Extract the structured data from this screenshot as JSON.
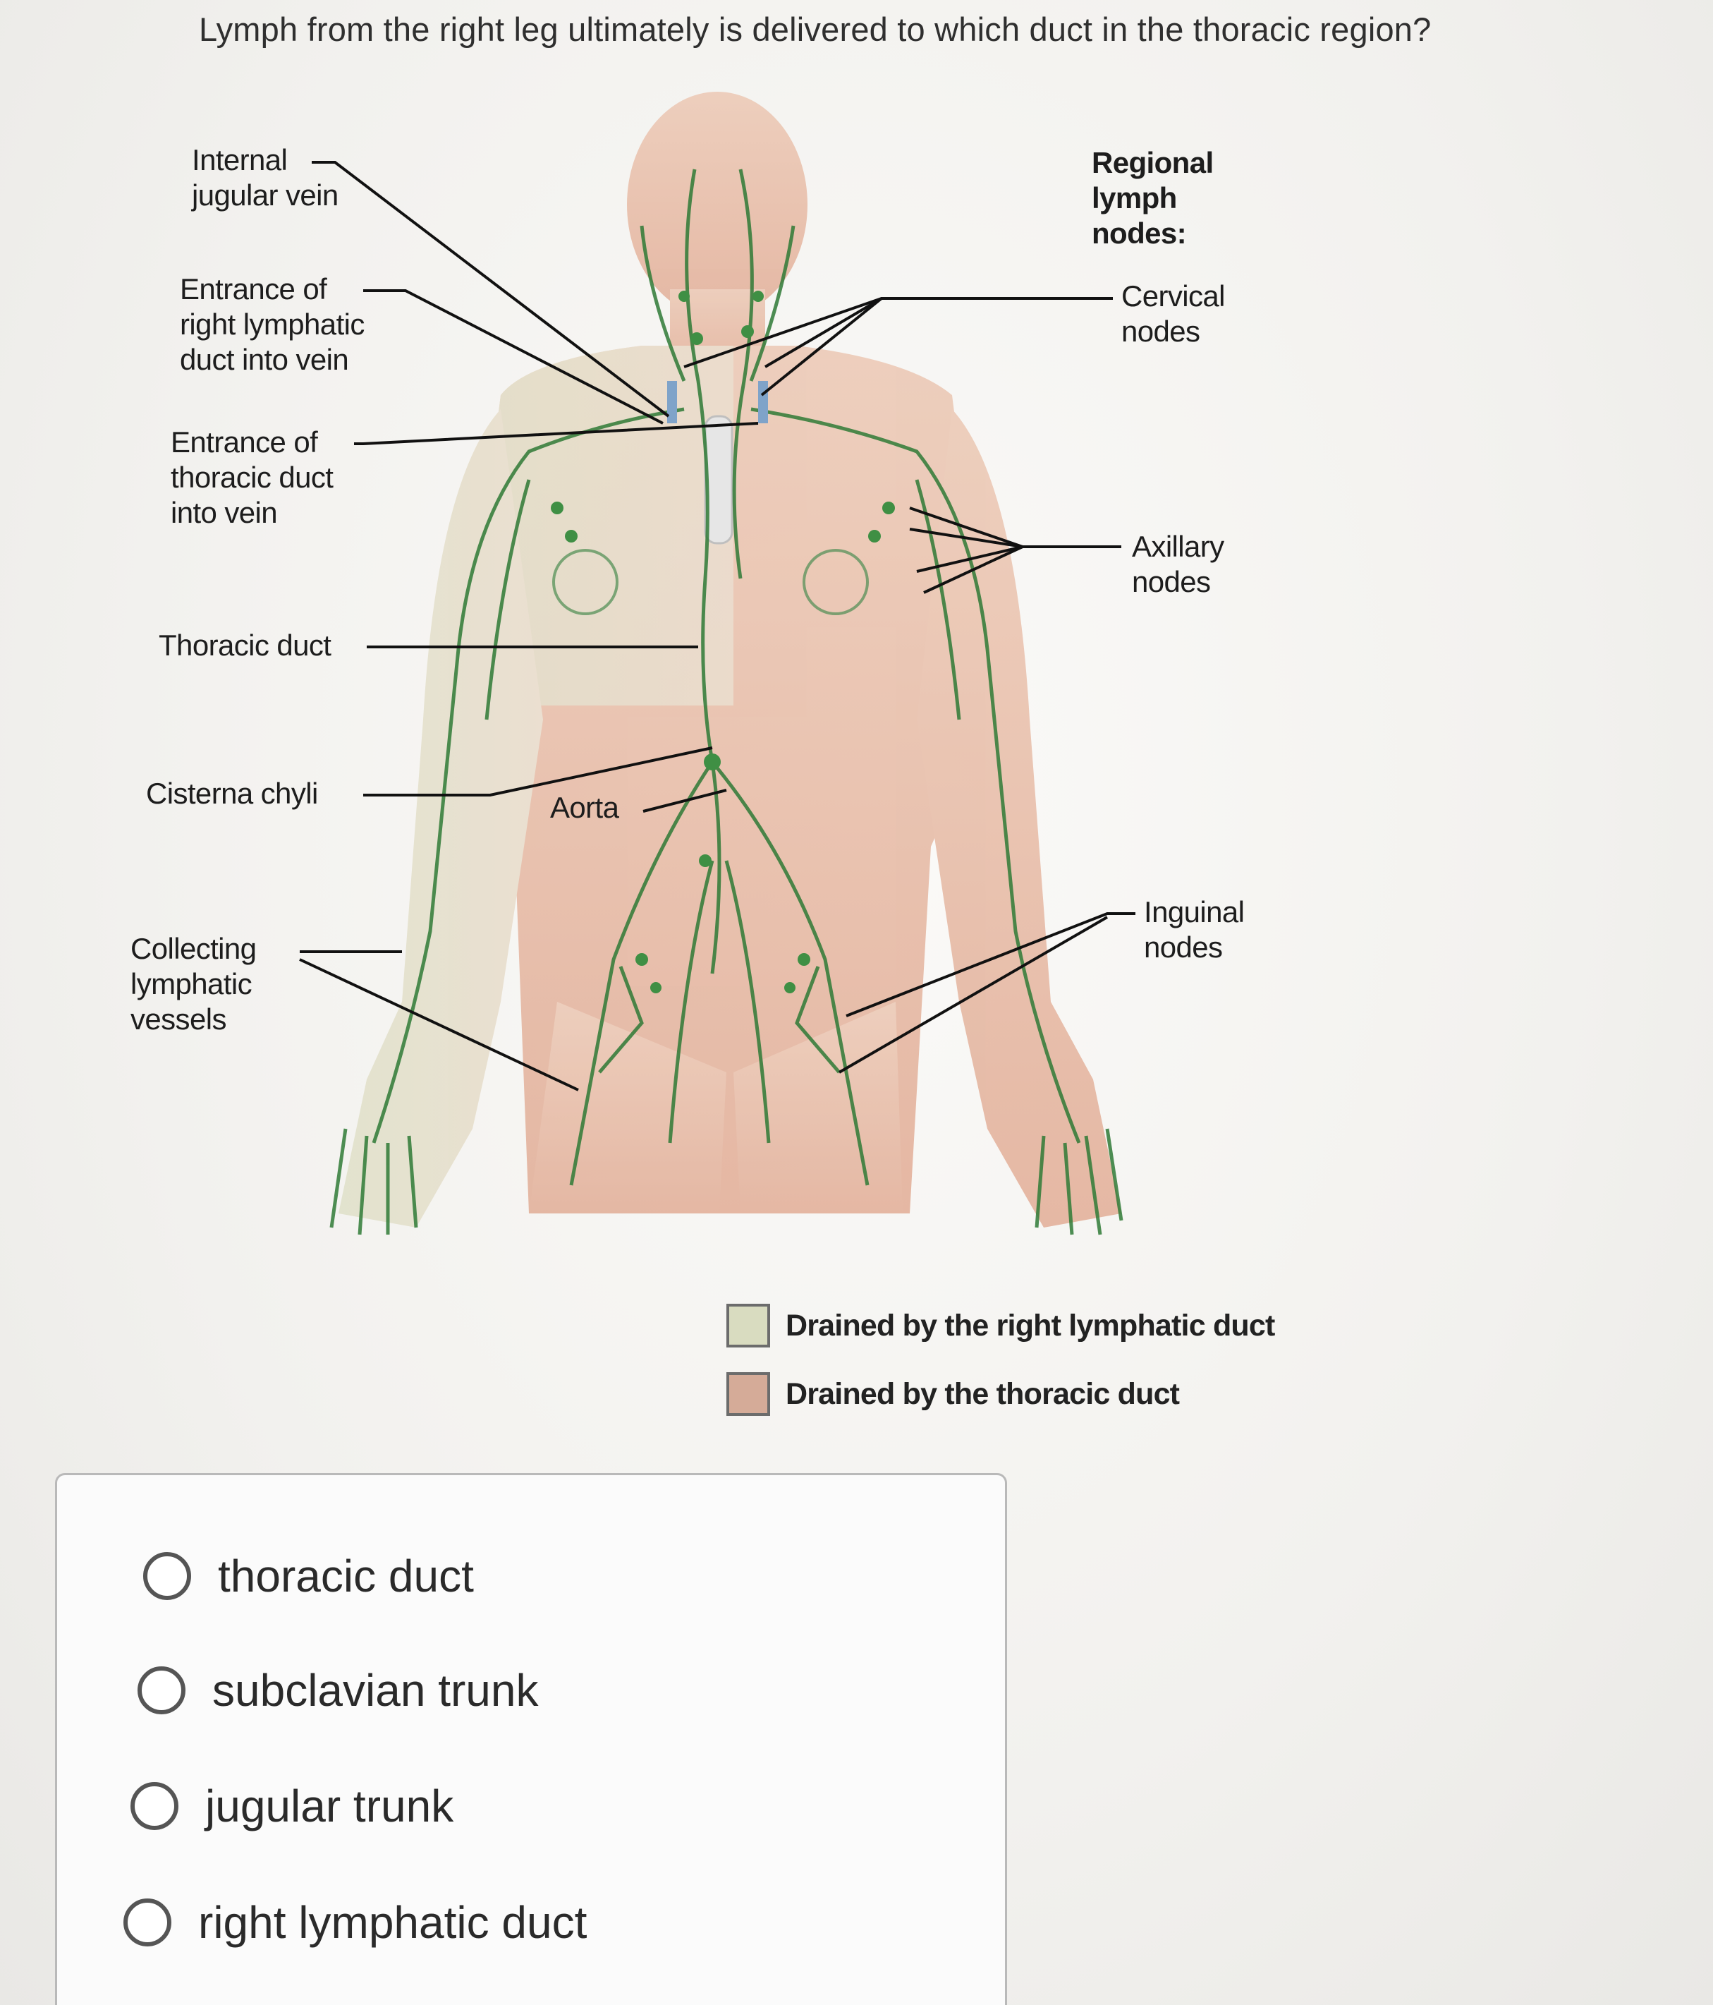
{
  "question": "Lymph from the right leg ultimately is delivered to which duct in the thoracic region?",
  "figure": {
    "labels_left": {
      "internal_jugular": [
        "Internal",
        "jugular vein"
      ],
      "right_lymphatic_entrance": [
        "Entrance of",
        "right lymphatic",
        "duct into vein"
      ],
      "thoracic_entrance": [
        "Entrance of",
        "thoracic duct",
        "into vein"
      ],
      "thoracic_duct": "Thoracic duct",
      "cisterna_chyli": "Cisterna chyli",
      "aorta": "Aorta",
      "collecting_vessels": [
        "Collecting",
        "lymphatic",
        "vessels"
      ]
    },
    "labels_right": {
      "regional_nodes": [
        "Regional",
        "lymph",
        "nodes:"
      ],
      "cervical": [
        "Cervical",
        "nodes"
      ],
      "axillary": [
        "Axillary",
        "nodes"
      ],
      "inguinal": [
        "Inguinal",
        "nodes"
      ]
    },
    "legend": [
      {
        "text": "Drained by the right lymphatic duct",
        "color": "#d9dcc0"
      },
      {
        "text": "Drained by the thoracic duct",
        "color": "#d5ab98"
      }
    ],
    "vessel_color": "#2f7a36",
    "skin_color": "#e7b9a2"
  },
  "options": [
    {
      "label": "thoracic duct"
    },
    {
      "label": "subclavian trunk"
    },
    {
      "label": "jugular trunk"
    },
    {
      "label": "right lymphatic duct"
    }
  ]
}
